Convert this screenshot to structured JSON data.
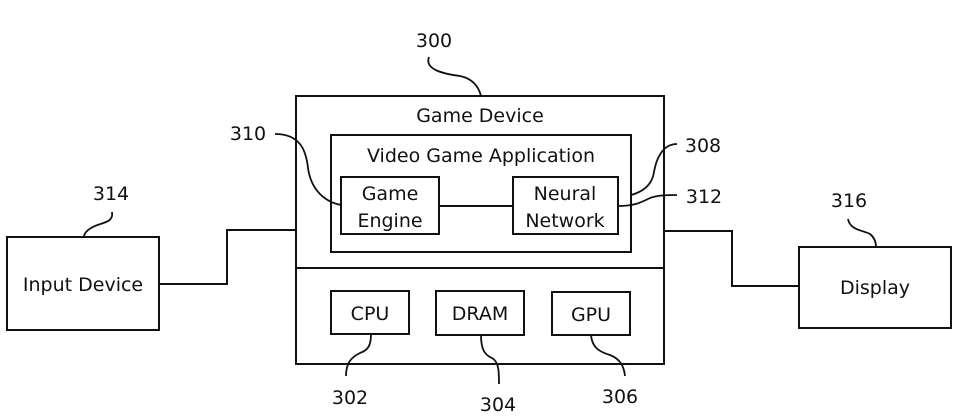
{
  "diagram": {
    "type": "block-diagram",
    "nodes": {
      "game_device": {
        "label": "Game Device",
        "ref": "300"
      },
      "video_game_application": {
        "label": "Video Game Application",
        "ref": "308"
      },
      "game_engine": {
        "label_line1": "Game",
        "label_line2": "Engine",
        "ref": "310"
      },
      "neural_network": {
        "label_line1": "Neural",
        "label_line2": "Network",
        "ref": "312"
      },
      "cpu": {
        "label": "CPU",
        "ref": "302"
      },
      "dram": {
        "label": "DRAM",
        "ref": "304"
      },
      "gpu": {
        "label": "GPU",
        "ref": "306"
      },
      "input_device": {
        "label": "Input Device",
        "ref": "314"
      },
      "display": {
        "label": "Display",
        "ref": "316"
      }
    },
    "edges": [
      {
        "from": "input_device",
        "to": "game_device"
      },
      {
        "from": "game_device",
        "to": "display"
      },
      {
        "from": "game_engine",
        "to": "neural_network"
      }
    ]
  }
}
